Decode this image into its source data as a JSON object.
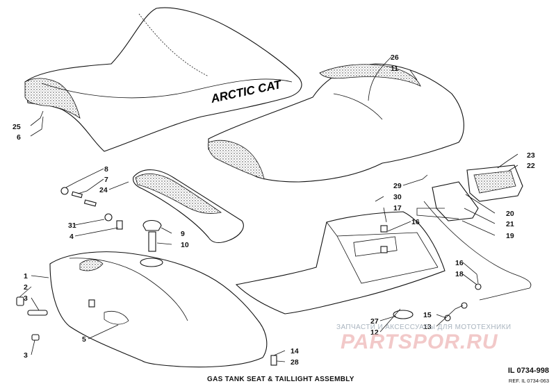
{
  "diagram": {
    "title": "GAS TANK SEAT & TAILLIGHT ASSEMBLY",
    "code": "IL 0734-998",
    "ref": "REF. IL 0734-063",
    "brand_logo": "ARCTIC CAT",
    "watermark": {
      "text": "ЗАПЧАСТИ И АКСЕССУАРЫ ДЛЯ МОТОТЕХНИКИ",
      "logo": "PARTSPOR.RU"
    },
    "callouts": [
      "25",
      "6",
      "26",
      "11",
      "8",
      "7",
      "24",
      "23",
      "22",
      "29",
      "30",
      "17",
      "20",
      "31",
      "4",
      "9",
      "10",
      "16",
      "21",
      "19",
      "1",
      "2",
      "3",
      "16",
      "18",
      "5",
      "15",
      "27",
      "13",
      "12",
      "3",
      "14",
      "28"
    ]
  }
}
